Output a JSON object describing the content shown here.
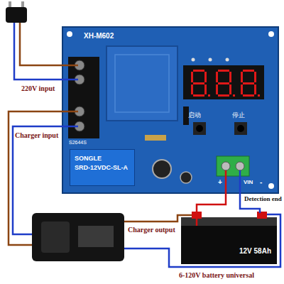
{
  "diagram": {
    "nodes": [
      {
        "text": [
          "XH-M602"
        ]
      },
      {
        "text": [
          "SONGLE",
          "SRD-12VDC-SL-A"
        ],
        "in": 0
      },
      {
        "text": [
          "12V 58Ah"
        ]
      }
    ],
    "edges": [
      {
        "from": 0,
        "to": 2,
        "arrow": "none"
      }
    ],
    "labels": [
      "220V input",
      "Charger input",
      "Charger output",
      "Detection end",
      "6-120V battery universal",
      "启动",
      "停止",
      "S2644S",
      "+",
      "VIN",
      "-"
    ]
  }
}
